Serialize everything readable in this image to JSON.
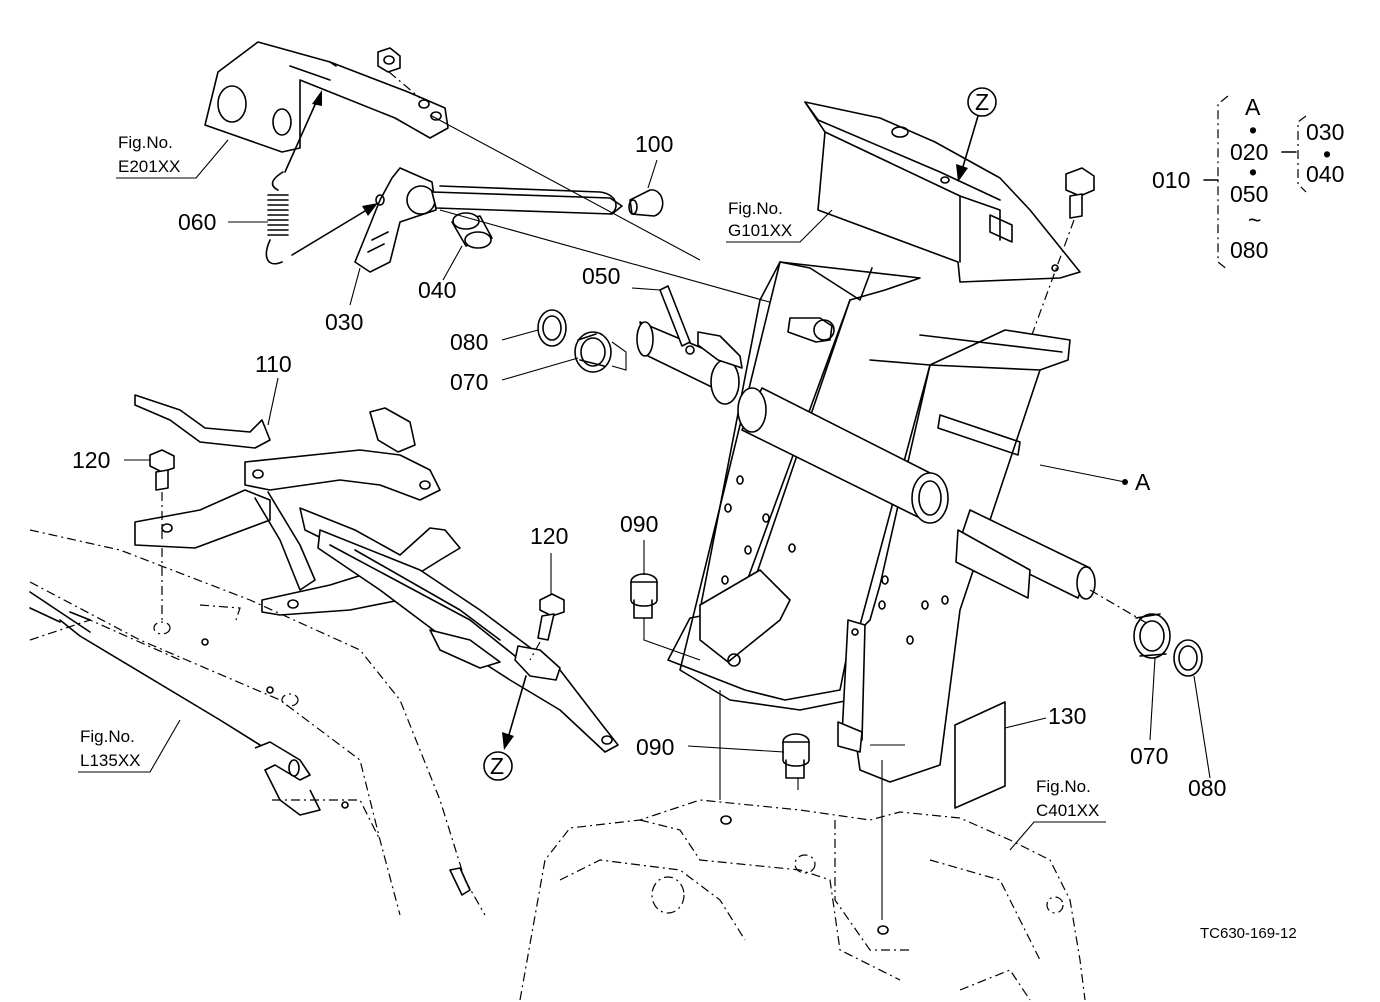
{
  "diagram": {
    "part_labels": {
      "p100": "100",
      "p060": "060",
      "p030": "030",
      "p040": "040",
      "p050": "050",
      "p080a": "080",
      "p070a": "070",
      "p110": "110",
      "p120a": "120",
      "p120b": "120",
      "p090a": "090",
      "p090b": "090",
      "p130": "130",
      "p070b": "070",
      "p080b": "080",
      "pA": "A"
    },
    "figure_refs": [
      {
        "label": "Fig.No.",
        "code": "E201XX"
      },
      {
        "label": "Fig.No.",
        "code": "G101XX"
      },
      {
        "label": "Fig.No.",
        "code": "L135XX"
      },
      {
        "label": "Fig.No.",
        "code": "C401XX"
      }
    ],
    "view_markers": {
      "top": "Z",
      "bottom": "Z"
    },
    "assembly_key": {
      "root": "010",
      "items": [
        "A",
        "•",
        "020",
        "•",
        "050",
        "~",
        "080"
      ],
      "sub": [
        "030",
        "•",
        "040"
      ]
    },
    "drawing_code": "TC630-169-12"
  }
}
